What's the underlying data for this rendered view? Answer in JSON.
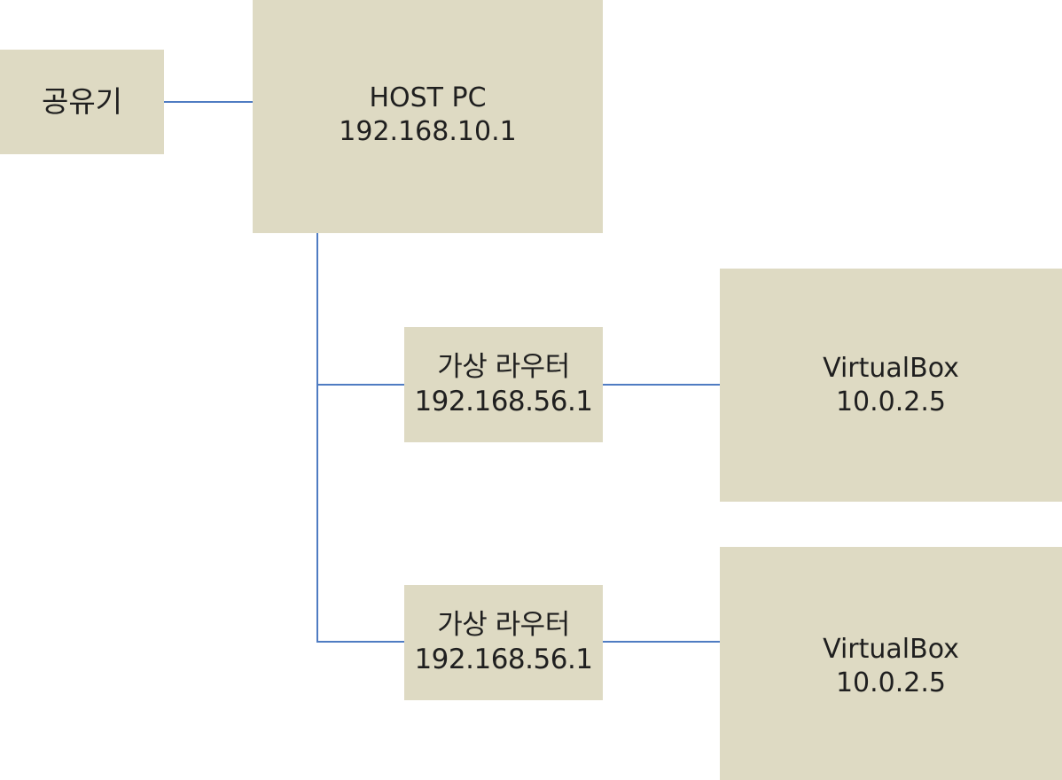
{
  "diagram": {
    "colors": {
      "node_fill": "#dedac3",
      "link_stroke": "#4f7cc2",
      "text": "#1f1f1f"
    },
    "access_point": {
      "label": "공유기"
    },
    "host": {
      "title": "HOST PC",
      "ip": "192.168.10.1"
    },
    "routers": [
      {
        "title": "가상 라우터",
        "ip": "192.168.56.1"
      },
      {
        "title": "가상 라우터",
        "ip": "192.168.56.1"
      }
    ],
    "virtualboxes": [
      {
        "title": "VirtualBox",
        "ip": "10.0.2.5"
      },
      {
        "title": "VirtualBox",
        "ip": "10.0.2.5"
      }
    ]
  }
}
